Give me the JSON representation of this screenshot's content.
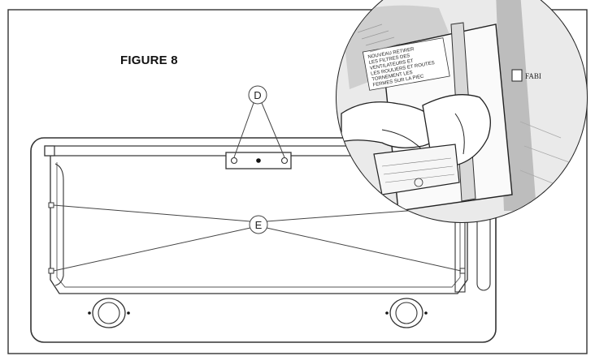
{
  "figure": {
    "title": "FIGURE 8",
    "callouts": {
      "top": "D",
      "middle": "E"
    }
  },
  "inset_label": {
    "lines": [
      "NOUVEAU RETIRER",
      "LES FILTRES DES",
      "VENTILATEURS ET",
      "LES ROULIERS ET ROUTES",
      "TORNEMENT LES",
      "FERMES SUR LA PIEC"
    ],
    "brand": "FABI"
  }
}
